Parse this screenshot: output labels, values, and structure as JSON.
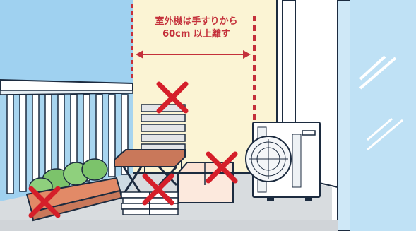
{
  "annotation": {
    "line1": "室外機は手すりから",
    "line2": "60cm 以上離す"
  },
  "prohibited_items": [
    "folding chair",
    "side table",
    "cardboard box",
    "newspaper stack",
    "planter box"
  ],
  "colors": {
    "wall_blue": "#9fd1f0",
    "wall_yellow": "#fbf4d4",
    "floor": "#d8dcdf",
    "annotation_red": "#c4303a",
    "cross_red": "#d51f2a",
    "outline": "#1c2b3f",
    "wood": "#c9785a",
    "greenery": "#7cc36b"
  }
}
